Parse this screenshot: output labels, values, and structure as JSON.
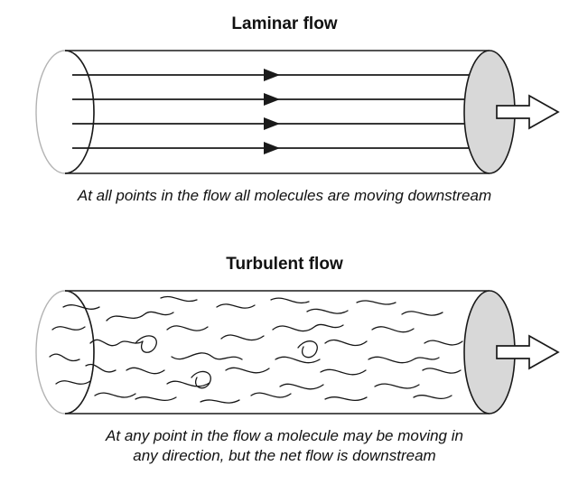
{
  "laminar": {
    "title": "Laminar flow",
    "caption": "At all points in the flow all molecules are moving downstream"
  },
  "turbulent": {
    "title": "Turbulent flow",
    "caption_lines": [
      "At any point in the flow a molecule may be moving in",
      "any direction, but the net flow is downstream"
    ]
  },
  "colors": {
    "end_cap_fill": "#d8d8d8",
    "line": "#1a1a1a"
  }
}
